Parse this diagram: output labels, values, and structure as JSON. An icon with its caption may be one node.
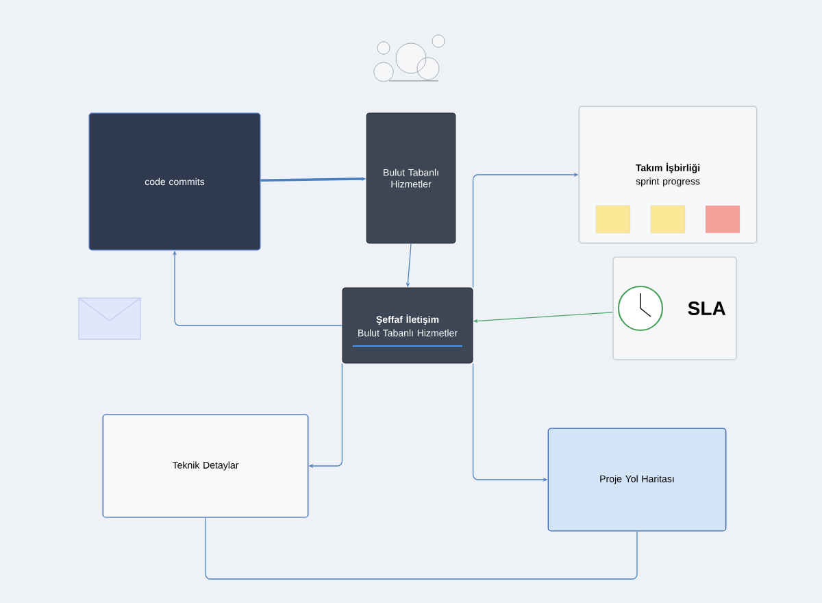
{
  "diagram": {
    "nodes": [
      {
        "text": [
          "code commits"
        ]
      },
      {
        "text": [
          "Bulut Tabanlı Hizmetler"
        ]
      },
      {
        "text": [
          "Takım İşbirliği",
          "sprint progress"
        ]
      },
      {
        "text": [
          "Şeffaf İletişim",
          "Bulut Tabanlı Hizmetler"
        ]
      },
      {
        "text": [
          "SLA"
        ]
      },
      {
        "text": [
          "Teknik Detaylar"
        ]
      },
      {
        "text": [
          "Proje Yol Haritası"
        ]
      }
    ],
    "edges": [
      {
        "from": 0,
        "to": 1,
        "arrow": "to",
        "style": "thick"
      },
      {
        "from": 1,
        "to": 3,
        "arrow": "to"
      },
      {
        "from": 3,
        "to": 0,
        "arrow": "to"
      },
      {
        "from": 3,
        "to": 2,
        "arrow": "to"
      },
      {
        "from": 4,
        "to": 3,
        "arrow": "to",
        "color": "#4aa36f"
      },
      {
        "from": 3,
        "to": 6,
        "arrow": "to"
      },
      {
        "from": 3,
        "to": 5,
        "arrow": "to"
      },
      {
        "from": 5,
        "to": 6,
        "arrow": "none"
      }
    ]
  }
}
